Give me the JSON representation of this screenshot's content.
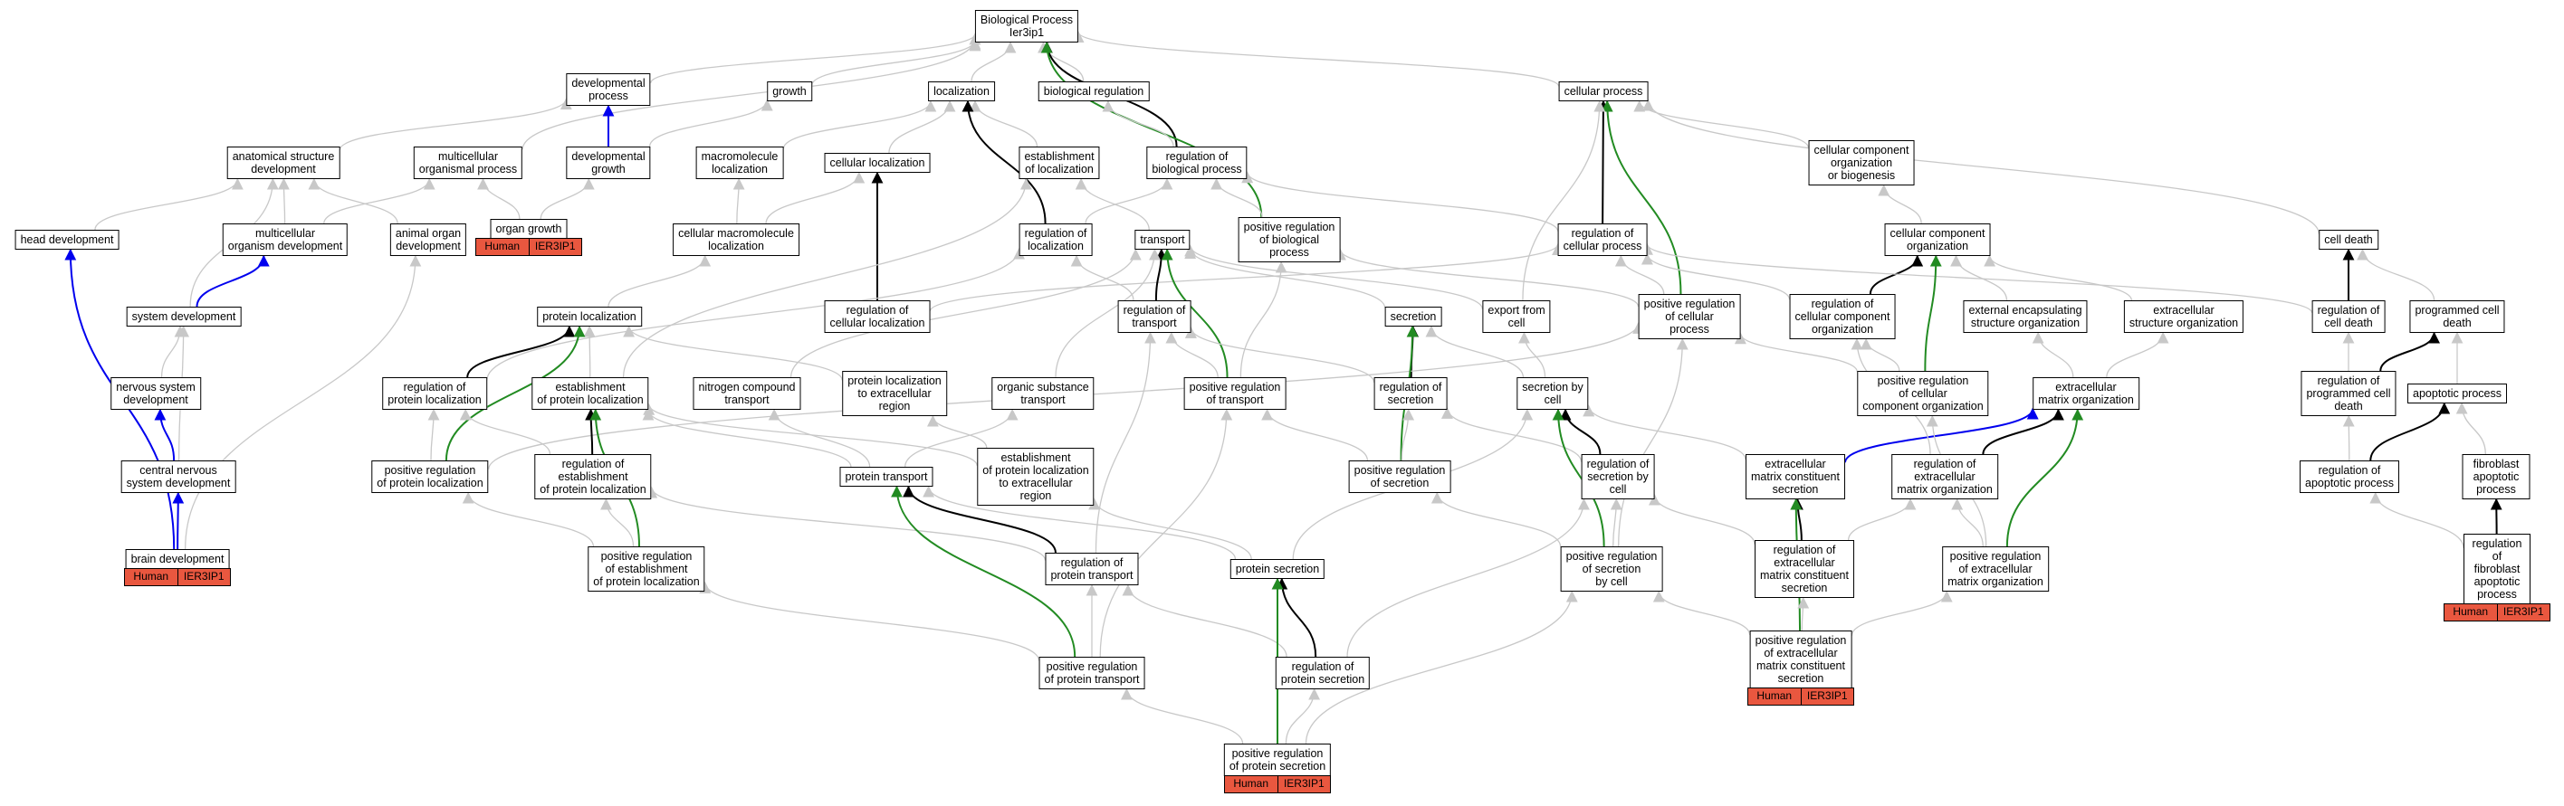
{
  "colors": {
    "is_a": "#c8c8c8",
    "part_of": "#0000ee",
    "regulates": "#000000",
    "positively_regulates": "#228b22",
    "annotation": "#e9573f"
  },
  "nodes": [
    {
      "id": "bp",
      "label": "Biological Process\nIer3ip1"
    },
    {
      "id": "devproc",
      "label": "developmental\nprocess"
    },
    {
      "id": "growth",
      "label": "growth"
    },
    {
      "id": "loc",
      "label": "localization"
    },
    {
      "id": "bioreg",
      "label": "biological regulation"
    },
    {
      "id": "cellproc",
      "label": "cellular process"
    },
    {
      "id": "anatdev",
      "label": "anatomical structure\ndevelopment"
    },
    {
      "id": "multiproc",
      "label": "multicellular\norganismal process"
    },
    {
      "id": "devgrowth",
      "label": "developmental\ngrowth"
    },
    {
      "id": "macroloc",
      "label": "macromolecule\nlocalization"
    },
    {
      "id": "cellloc",
      "label": "cellular localization"
    },
    {
      "id": "estloc",
      "label": "establishment\nof localization"
    },
    {
      "id": "regbio",
      "label": "regulation of\nbiological process"
    },
    {
      "id": "ccob",
      "label": "cellular component\norganization\nor biogenesis"
    },
    {
      "id": "headdev",
      "label": "head development"
    },
    {
      "id": "multiorgdev",
      "label": "multicellular\norganism development"
    },
    {
      "id": "animorgan",
      "label": "animal organ\ndevelopment"
    },
    {
      "id": "organgrowth",
      "label": "organ growth"
    },
    {
      "id": "cellmacroloc",
      "label": "cellular macromolecule\nlocalization"
    },
    {
      "id": "regloc",
      "label": "regulation of\nlocalization"
    },
    {
      "id": "transport",
      "label": "transport"
    },
    {
      "id": "posregbio",
      "label": "positive regulation\nof biological\nprocess"
    },
    {
      "id": "regcell",
      "label": "regulation of\ncellular process"
    },
    {
      "id": "ccorg",
      "label": "cellular component\norganization"
    },
    {
      "id": "celldeath",
      "label": "cell death"
    },
    {
      "id": "sysdev",
      "label": "system development"
    },
    {
      "id": "protloc",
      "label": "protein localization"
    },
    {
      "id": "regcellloc",
      "label": "regulation of\ncellular localization"
    },
    {
      "id": "regtransport",
      "label": "regulation of\ntransport"
    },
    {
      "id": "secretion",
      "label": "secretion"
    },
    {
      "id": "exportcell",
      "label": "export from\ncell"
    },
    {
      "id": "posregcell",
      "label": "positive regulation\nof cellular\nprocess"
    },
    {
      "id": "regccorg",
      "label": "regulation of\ncellular component\norganization"
    },
    {
      "id": "extencap",
      "label": "external encapsulating\nstructure organization"
    },
    {
      "id": "extstruct",
      "label": "extracellular\nstructure organization"
    },
    {
      "id": "regcelldeath",
      "label": "regulation of\ncell death"
    },
    {
      "id": "progdeath",
      "label": "programmed cell\ndeath"
    },
    {
      "id": "nervdev",
      "label": "nervous system\ndevelopment"
    },
    {
      "id": "regprotloc",
      "label": "regulation of\nprotein localization"
    },
    {
      "id": "estprotloc",
      "label": "establishment\nof protein localization"
    },
    {
      "id": "nitrotrans",
      "label": "nitrogen compound\ntransport"
    },
    {
      "id": "protloctoext",
      "label": "protein localization\nto extracellular\nregion"
    },
    {
      "id": "orgsubtrans",
      "label": "organic substance\ntransport"
    },
    {
      "id": "posregtrans",
      "label": "positive regulation\nof transport"
    },
    {
      "id": "regsecretion",
      "label": "regulation of\nsecretion"
    },
    {
      "id": "secbycell",
      "label": "secretion by\ncell"
    },
    {
      "id": "posregccorg",
      "label": "positive regulation\nof cellular\ncomponent organization"
    },
    {
      "id": "ecmorg",
      "label": "extracellular\nmatrix organization"
    },
    {
      "id": "regprogdeath",
      "label": "regulation of\nprogrammed cell\ndeath"
    },
    {
      "id": "apoptotic",
      "label": "apoptotic process"
    },
    {
      "id": "cnsdev",
      "label": "central nervous\nsystem development"
    },
    {
      "id": "posregprotloc",
      "label": "positive regulation\nof protein localization"
    },
    {
      "id": "regestprot",
      "label": "regulation of\nestablishment\nof protein localization"
    },
    {
      "id": "protein_transport",
      "label": "protein transport"
    },
    {
      "id": "estprotext",
      "label": "establishment\nof protein localization\nto extracellular\nregion"
    },
    {
      "id": "posregsec",
      "label": "positive regulation\nof secretion"
    },
    {
      "id": "regsecbycell",
      "label": "regulation of\nsecretion by\ncell"
    },
    {
      "id": "ecmconstsec",
      "label": "extracellular\nmatrix constituent\nsecretion"
    },
    {
      "id": "regecmorg",
      "label": "regulation of\nextracellular\nmatrix organization"
    },
    {
      "id": "regapop",
      "label": "regulation of\napoptotic process"
    },
    {
      "id": "fibroapop",
      "label": "fibroblast apoptotic\nprocess"
    },
    {
      "id": "braindev",
      "label": "brain development"
    },
    {
      "id": "posregestprot",
      "label": "positive regulation\nof establishment\nof protein localization"
    },
    {
      "id": "regprottrans",
      "label": "regulation of\nprotein transport"
    },
    {
      "id": "protsec",
      "label": "protein secretion"
    },
    {
      "id": "posregsecbycell",
      "label": "positive regulation\nof secretion\nby cell"
    },
    {
      "id": "regecmconst",
      "label": "regulation of\nextracellular\nmatrix constituent\nsecretion"
    },
    {
      "id": "posregecmorg",
      "label": "positive regulation\nof extracellular\nmatrix organization"
    },
    {
      "id": "regfibroapop",
      "label": "regulation of\nfibroblast apoptotic\nprocess"
    },
    {
      "id": "posregprottrans",
      "label": "positive regulation\nof protein transport"
    },
    {
      "id": "regprotsec",
      "label": "regulation of\nprotein secretion"
    },
    {
      "id": "posregecmconst",
      "label": "positive regulation\nof extracellular\nmatrix constituent\nsecretion"
    },
    {
      "id": "posregprotsec",
      "label": "positive regulation\nof protein secretion"
    }
  ],
  "annotations": [
    {
      "node": "organgrowth",
      "species": "Human",
      "gene": "IER3IP1"
    },
    {
      "node": "braindev",
      "species": "Human",
      "gene": "IER3IP1"
    },
    {
      "node": "posregecmconst",
      "species": "Human",
      "gene": "IER3IP1"
    },
    {
      "node": "posregprotsec",
      "species": "Human",
      "gene": "IER3IP1"
    },
    {
      "node": "regfibroapop",
      "species": "Human",
      "gene": "IER3IP1"
    }
  ],
  "edges": [
    [
      "devproc",
      "bp",
      "is_a"
    ],
    [
      "growth",
      "bp",
      "is_a"
    ],
    [
      "loc",
      "bp",
      "is_a"
    ],
    [
      "bioreg",
      "bp",
      "is_a"
    ],
    [
      "cellproc",
      "bp",
      "is_a"
    ],
    [
      "regbio",
      "bp",
      "regulates"
    ],
    [
      "posregbio",
      "bp",
      "positively_regulates"
    ],
    [
      "anatdev",
      "devproc",
      "is_a"
    ],
    [
      "multiproc",
      "bp",
      "is_a"
    ],
    [
      "devgrowth",
      "devproc",
      "part_of"
    ],
    [
      "devgrowth",
      "growth",
      "is_a"
    ],
    [
      "macroloc",
      "loc",
      "is_a"
    ],
    [
      "cellloc",
      "loc",
      "is_a"
    ],
    [
      "estloc",
      "loc",
      "is_a"
    ],
    [
      "regbio",
      "bioreg",
      "is_a"
    ],
    [
      "ccob",
      "cellproc",
      "is_a"
    ],
    [
      "celldeath",
      "cellproc",
      "is_a"
    ],
    [
      "regcell",
      "cellproc",
      "regulates"
    ],
    [
      "posregcell",
      "cellproc",
      "positively_regulates"
    ],
    [
      "headdev",
      "anatdev",
      "is_a"
    ],
    [
      "multiorgdev",
      "anatdev",
      "is_a"
    ],
    [
      "multiorgdev",
      "multiproc",
      "is_a"
    ],
    [
      "animorgan",
      "anatdev",
      "is_a"
    ],
    [
      "organgrowth",
      "devgrowth",
      "is_a"
    ],
    [
      "organgrowth",
      "multiproc",
      "is_a"
    ],
    [
      "cellmacroloc",
      "macroloc",
      "is_a"
    ],
    [
      "cellmacroloc",
      "cellloc",
      "is_a"
    ],
    [
      "regloc",
      "loc",
      "regulates"
    ],
    [
      "regloc",
      "regbio",
      "is_a"
    ],
    [
      "transport",
      "estloc",
      "is_a"
    ],
    [
      "posregbio",
      "regbio",
      "is_a"
    ],
    [
      "regcell",
      "regbio",
      "is_a"
    ],
    [
      "ccorg",
      "ccob",
      "is_a"
    ],
    [
      "sysdev",
      "multiorgdev",
      "part_of"
    ],
    [
      "sysdev",
      "anatdev",
      "is_a"
    ],
    [
      "protloc",
      "cellmacroloc",
      "is_a"
    ],
    [
      "regcellloc",
      "cellloc",
      "regulates"
    ],
    [
      "regcellloc",
      "regcell",
      "is_a"
    ],
    [
      "regtransport",
      "transport",
      "regulates"
    ],
    [
      "regtransport",
      "regloc",
      "is_a"
    ],
    [
      "secretion",
      "transport",
      "is_a"
    ],
    [
      "exportcell",
      "transport",
      "is_a"
    ],
    [
      "exportcell",
      "cellproc",
      "is_a"
    ],
    [
      "posregcell",
      "regcell",
      "is_a"
    ],
    [
      "posregcell",
      "posregbio",
      "is_a"
    ],
    [
      "regccorg",
      "ccorg",
      "regulates"
    ],
    [
      "regccorg",
      "regcell",
      "is_a"
    ],
    [
      "extencap",
      "ccorg",
      "is_a"
    ],
    [
      "extstruct",
      "ccorg",
      "is_a"
    ],
    [
      "regcelldeath",
      "celldeath",
      "regulates"
    ],
    [
      "regcelldeath",
      "regcell",
      "is_a"
    ],
    [
      "progdeath",
      "celldeath",
      "is_a"
    ],
    [
      "nervdev",
      "sysdev",
      "is_a"
    ],
    [
      "regprotloc",
      "protloc",
      "regulates"
    ],
    [
      "regprotloc",
      "regloc",
      "is_a"
    ],
    [
      "estprotloc",
      "protloc",
      "is_a"
    ],
    [
      "estprotloc",
      "estloc",
      "is_a"
    ],
    [
      "nitrotrans",
      "transport",
      "is_a"
    ],
    [
      "protloctoext",
      "protloc",
      "is_a"
    ],
    [
      "orgsubtrans",
      "transport",
      "is_a"
    ],
    [
      "posregtrans",
      "transport",
      "positively_regulates"
    ],
    [
      "posregtrans",
      "regtransport",
      "is_a"
    ],
    [
      "posregtrans",
      "posregbio",
      "is_a"
    ],
    [
      "regsecretion",
      "secretion",
      "regulates"
    ],
    [
      "regsecretion",
      "regtransport",
      "is_a"
    ],
    [
      "secbycell",
      "secretion",
      "is_a"
    ],
    [
      "secbycell",
      "exportcell",
      "is_a"
    ],
    [
      "posregccorg",
      "ccorg",
      "positively_regulates"
    ],
    [
      "posregccorg",
      "regccorg",
      "is_a"
    ],
    [
      "posregccorg",
      "posregcell",
      "is_a"
    ],
    [
      "ecmorg",
      "extencap",
      "is_a"
    ],
    [
      "ecmorg",
      "extstruct",
      "is_a"
    ],
    [
      "regprogdeath",
      "progdeath",
      "regulates"
    ],
    [
      "regprogdeath",
      "regcelldeath",
      "is_a"
    ],
    [
      "apoptotic",
      "progdeath",
      "is_a"
    ],
    [
      "cnsdev",
      "nervdev",
      "part_of"
    ],
    [
      "cnsdev",
      "sysdev",
      "is_a"
    ],
    [
      "posregprotloc",
      "protloc",
      "positively_regulates"
    ],
    [
      "posregprotloc",
      "regprotloc",
      "is_a"
    ],
    [
      "posregprotloc",
      "posregcell",
      "is_a"
    ],
    [
      "regestprot",
      "estprotloc",
      "regulates"
    ],
    [
      "regestprot",
      "regprotloc",
      "is_a"
    ],
    [
      "protein_transport",
      "nitrotrans",
      "is_a"
    ],
    [
      "protein_transport",
      "estprotloc",
      "is_a"
    ],
    [
      "protein_transport",
      "orgsubtrans",
      "is_a"
    ],
    [
      "estprotext",
      "protloctoext",
      "is_a"
    ],
    [
      "estprotext",
      "estprotloc",
      "is_a"
    ],
    [
      "posregsec",
      "secretion",
      "positively_regulates"
    ],
    [
      "posregsec",
      "regsecretion",
      "is_a"
    ],
    [
      "posregsec",
      "posregtrans",
      "is_a"
    ],
    [
      "regsecbycell",
      "secbycell",
      "regulates"
    ],
    [
      "regsecbycell",
      "regsecretion",
      "is_a"
    ],
    [
      "ecmconstsec",
      "secbycell",
      "is_a"
    ],
    [
      "ecmconstsec",
      "ecmorg",
      "part_of"
    ],
    [
      "regecmorg",
      "ecmorg",
      "regulates"
    ],
    [
      "regecmorg",
      "regccorg",
      "is_a"
    ],
    [
      "regapop",
      "apoptotic",
      "regulates"
    ],
    [
      "regapop",
      "regprogdeath",
      "is_a"
    ],
    [
      "fibroapop",
      "apoptotic",
      "is_a"
    ],
    [
      "braindev",
      "cnsdev",
      "part_of"
    ],
    [
      "braindev",
      "headdev",
      "part_of"
    ],
    [
      "braindev",
      "animorgan",
      "is_a"
    ],
    [
      "posregestprot",
      "estprotloc",
      "positively_regulates"
    ],
    [
      "posregestprot",
      "regestprot",
      "is_a"
    ],
    [
      "posregestprot",
      "posregprotloc",
      "is_a"
    ],
    [
      "regprottrans",
      "protein_transport",
      "regulates"
    ],
    [
      "regprottrans",
      "regestprot",
      "is_a"
    ],
    [
      "regprottrans",
      "regtransport",
      "is_a"
    ],
    [
      "protsec",
      "estprotext",
      "is_a"
    ],
    [
      "protsec",
      "protein_transport",
      "is_a"
    ],
    [
      "protsec",
      "secbycell",
      "is_a"
    ],
    [
      "posregsecbycell",
      "secbycell",
      "positively_regulates"
    ],
    [
      "posregsecbycell",
      "regsecbycell",
      "is_a"
    ],
    [
      "posregsecbycell",
      "posregsec",
      "is_a"
    ],
    [
      "posregsecbycell",
      "posregcell",
      "is_a"
    ],
    [
      "regecmconst",
      "ecmconstsec",
      "regulates"
    ],
    [
      "regecmconst",
      "regsecbycell",
      "is_a"
    ],
    [
      "regecmconst",
      "regecmorg",
      "is_a"
    ],
    [
      "posregecmorg",
      "ecmorg",
      "positively_regulates"
    ],
    [
      "posregecmorg",
      "regecmorg",
      "is_a"
    ],
    [
      "posregecmorg",
      "posregccorg",
      "is_a"
    ],
    [
      "regfibroapop",
      "fibroapop",
      "regulates"
    ],
    [
      "regfibroapop",
      "regapop",
      "is_a"
    ],
    [
      "posregprottrans",
      "protein_transport",
      "positively_regulates"
    ],
    [
      "posregprottrans",
      "regprottrans",
      "is_a"
    ],
    [
      "posregprottrans",
      "posregtrans",
      "is_a"
    ],
    [
      "posregprottrans",
      "posregestprot",
      "is_a"
    ],
    [
      "regprotsec",
      "protsec",
      "regulates"
    ],
    [
      "regprotsec",
      "regprottrans",
      "is_a"
    ],
    [
      "regprotsec",
      "regsecbycell",
      "is_a"
    ],
    [
      "posregecmconst",
      "ecmconstsec",
      "positively_regulates"
    ],
    [
      "posregecmconst",
      "regecmconst",
      "is_a"
    ],
    [
      "posregecmconst",
      "posregecmorg",
      "is_a"
    ],
    [
      "posregecmconst",
      "posregsecbycell",
      "is_a"
    ],
    [
      "posregprotsec",
      "protsec",
      "positively_regulates"
    ],
    [
      "posregprotsec",
      "regprotsec",
      "is_a"
    ],
    [
      "posregprotsec",
      "posregprottrans",
      "is_a"
    ],
    [
      "posregprotsec",
      "posregsecbycell",
      "is_a"
    ]
  ]
}
